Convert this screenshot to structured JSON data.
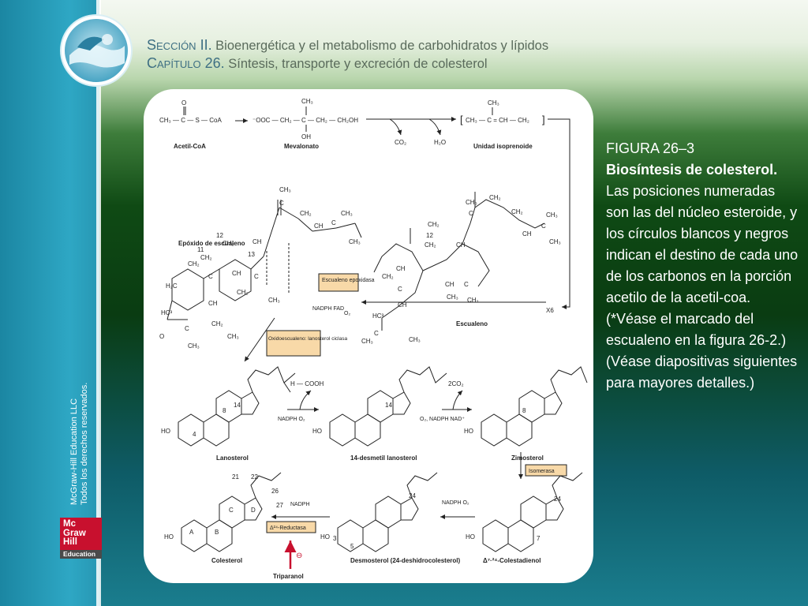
{
  "header": {
    "line1_label": "Sección II.",
    "line1_text": "Bioenergética y el metabolismo de carbohidratos y lípidos",
    "line2_label": "Capítulo 26.",
    "line2_text": "Síntesis, transporte y excreción de colesterol"
  },
  "sidebar": {
    "copyright_line1": "McGraw-Hill Education LLC",
    "copyright_line2": "Todos los derechos reservados.",
    "publisher": {
      "line1": "Mc",
      "line2": "Graw",
      "line3": "Hill",
      "line4": "Education"
    }
  },
  "caption": {
    "figure_number": "FIGURA 26–3",
    "title": "Biosíntesis de colesterol.",
    "body": "Las posiciones numeradas son las del núcleo esteroide, y los círculos blancos y negros indican el destino de cada uno de los carbonos en la porción acetilo de la acetil-coa. (*Véase el marcado del escualeno en la figura 26-2.)",
    "note": "(Véase diapositivas siguientes para mayores detalles.)"
  },
  "figure": {
    "row1": {
      "acetyl_formula": "CH₃ — C — S — CoA",
      "acetyl_name": "Acetil-CoA",
      "mevalonate_formula": "⁻OOC — CH₂ — C — CH₂ — CH₂OH",
      "mevalonate_ch3": "CH₃",
      "mevalonate_oh": "OH",
      "mevalonate_name": "Mevalonato",
      "co2": "CO₂",
      "h2o": "H₂O",
      "isoprenoid_formula": "CH₃ — C = CH — CH₂",
      "isoprenoid_ch3": "CH₃",
      "isoprenoid_name": "Unidad isoprenoide",
      "x6": "X6"
    },
    "row2": {
      "epoxide_label": "Epóxido de escualeno",
      "enzyme_epoxidase": "Escualeno epoxidasa",
      "cofactors_epoxidase": "NADPH FAD",
      "o2": "O₂",
      "enzyme_cyclase": "Oxidoescualeno: lanosterol ciclasa",
      "squalene_name": "Escualeno"
    },
    "row3": {
      "lanosterol_name": "Lanosterol",
      "formate": "H — COOH",
      "step1_cofactors": "NADPH O₂",
      "desmethyl_name": "14-desmetil lanosterol",
      "co2_out": "2CO₂",
      "step2_cofactors": "O₂, NADPH NAD⁺",
      "zymosterol_name": "Zimosterol",
      "ho": "HO"
    },
    "row4": {
      "isomerase": "Isomerasa",
      "colestadienol_name": "Δ⁷·²⁴-Colestadienol",
      "step_nadph_o2": "NADPH O₂",
      "desmosterol_name": "Desmosterol (24-deshidrocolesterol)",
      "nadph": "NADPH",
      "reductase": "Δ²⁴-Reductasa",
      "cholesterol_name": "Colesterol",
      "inhibitor": "Triparanol",
      "inhibit_sign": "⊖"
    }
  }
}
